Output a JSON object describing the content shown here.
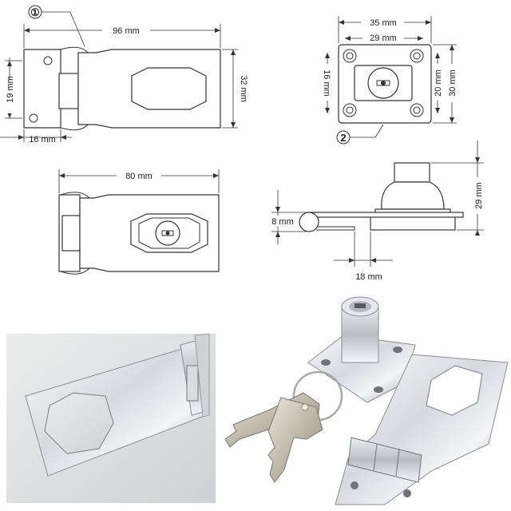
{
  "callouts": {
    "hasp": "①",
    "staple": "2"
  },
  "dimensions": {
    "hasp_length": "96 mm",
    "hasp_height": "32 mm",
    "hinge_height": "19 mm",
    "hinge_width": "16 mm",
    "staple_width": "35 mm",
    "staple_inner_width": "29 mm",
    "staple_height_outer": "30 mm",
    "staple_height_inner": "20 mm",
    "staple_left_height": "16 mm",
    "closed_length": "80 mm",
    "side_height": "29 mm",
    "side_pin": "8 mm",
    "side_offset": "18 mm"
  },
  "colors": {
    "line": "#333333",
    "chrome_light": "#f2f3f5",
    "chrome_dark": "#8a8d93",
    "brass": "#c9c4b6"
  }
}
